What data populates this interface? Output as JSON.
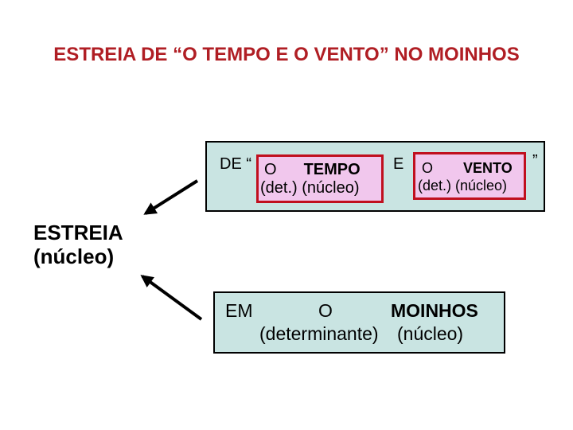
{
  "slide": {
    "title": "ESTREIA DE “O TEMPO E O VENTO” NO MOINHOS",
    "top_group": {
      "prefix": "DE “",
      "conjunction": "E",
      "closing_quote": "”",
      "tempo_box": {
        "det": "O",
        "noun": "TEMPO",
        "roles": "(det.) (núcleo)"
      },
      "vento_box": {
        "det": "O",
        "noun": "VENTO",
        "roles": "(det.) (núcleo)"
      }
    },
    "estreia": {
      "word": "ESTREIA",
      "role": "(núcleo)"
    },
    "bottom_group": {
      "prep": "EM",
      "det": "O",
      "noun": "MOINHOS",
      "det_role": "(determinante)",
      "noun_role": "(núcleo)"
    },
    "colors": {
      "title_red": "#b01e24",
      "container_fill": "#c9e4e2",
      "container_border": "#000000",
      "highlight_fill": "#f1c7ed",
      "highlight_border": "#c00f1e",
      "text": "#000000",
      "arrow": "#000000"
    }
  }
}
